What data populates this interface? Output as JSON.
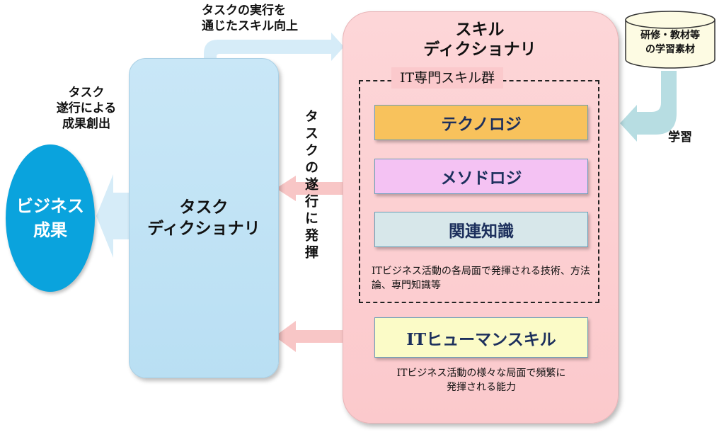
{
  "business_result": {
    "line1": "ビジネス",
    "line2": "成果"
  },
  "task_dictionary": {
    "title": "タスク\nディクショナリ"
  },
  "skill_dictionary": {
    "title": "スキル\nディクショナリ",
    "group_label": "IT専門スキル群",
    "skills": [
      "テクノロジ",
      "メソドロジ",
      "関連知識"
    ],
    "group_note": "ITビジネス活動の各局面で発揮される技術、方法論、専門知識等",
    "human_skill": "ITヒューマンスキル",
    "human_note": "ITビジネス活動の様々な局面で頻繁に\n発揮される能力"
  },
  "materials": {
    "label": "研修・教材等\nの学習素材"
  },
  "labels": {
    "skill_improvement": "タスクの実行を\n通じたスキル向上",
    "result_creation": "タスク\n遂行による\n成果創出",
    "demonstration": "タスクの遂行に発揮",
    "learning": "学習"
  },
  "colors": {
    "business": "#0aa3dd",
    "task_box": "#c0e2f5",
    "skill_box": "#fbc9cc",
    "technology": "#f8c25c",
    "methodology": "#f4c2f3",
    "knowledge": "#d7e7ea",
    "human": "#fbfbc7",
    "arrow_blue": "#d6ecf8",
    "arrow_pink": "#f8c6c6",
    "arrow_teal": "#b7dde2"
  }
}
